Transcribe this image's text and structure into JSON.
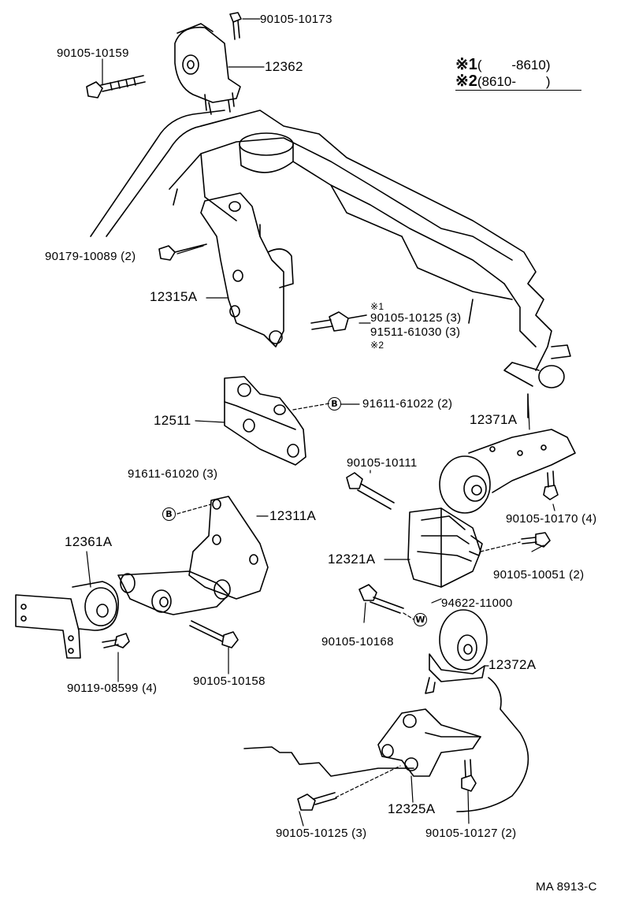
{
  "legend": {
    "row1": {
      "mark": "※1",
      "range": "(        -8610)"
    },
    "row2": {
      "mark": "※2",
      "range": "(8610-        )"
    }
  },
  "labels": {
    "p90105_10173": "90105-10173",
    "p90105_10159": "90105-10159",
    "p12362": "12362",
    "p90179_10089": "90179-10089 (2)",
    "p12315A": "12315A",
    "note1": "※1",
    "p90105_10125_3a": "90105-10125 (3)",
    "p91511_61030": "91511-61030 (3)",
    "note2": "※2",
    "p91611_61022": "91611-61022 (2)",
    "p12511": "12511",
    "p12371A": "12371A",
    "p90105_10111": "90105-10111",
    "p91611_61020": "91611-61020 (3)",
    "p12311A": "12311A",
    "p90105_10170": "90105-10170 (4)",
    "p12361A": "12361A",
    "p12321A": "12321A",
    "p90105_10051": "90105-10051 (2)",
    "p94622_11000": "94622-11000",
    "p90105_10168": "90105-10168",
    "p90119_08599": "90119-08599 (4)",
    "p90105_10158": "90105-10158",
    "p12372A": "12372A",
    "p12325A": "12325A",
    "p90105_10125_3b": "90105-10125 (3)",
    "p90105_10127": "90105-10127 (2)",
    "drawing_no": "MA 8913-C"
  },
  "callouts": {
    "b_upper": "B",
    "b_lower": "B",
    "w_washer": "W"
  },
  "icons": [
    "engine-block-outline",
    "mount-bracket",
    "bolt",
    "insulator-mount",
    "washer"
  ]
}
